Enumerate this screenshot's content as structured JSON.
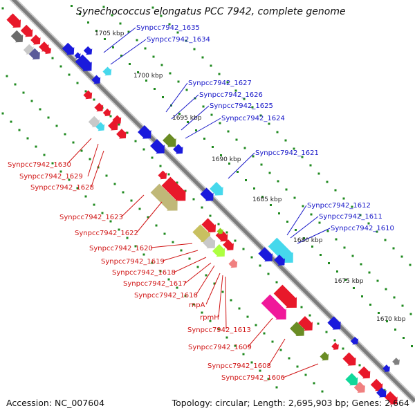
{
  "title": "Synechococcus elongatus PCC 7942, complete genome",
  "footer": {
    "accession": "Accession: NC_007604",
    "summary": "Topology: circular; Length: 2,695,903 bp; Genes: 2,664"
  },
  "colors": {
    "backbone": "#8a8a8a",
    "forward_labels": "#1515c8",
    "reverse_labels": "#d01414",
    "tick_dots": "#1f8a1f"
  },
  "scale_labels": [
    "1705 kbp",
    "1700 kbp",
    "1695 kbp",
    "1690 kbp",
    "1685 kbp",
    "1680 kbp",
    "1675 kbp",
    "1670 kbp"
  ],
  "forward_labels": [
    "Synpcc7942_1635",
    "Synpcc7942_1634",
    "Synpcc7942_1627",
    "Synpcc7942_1626",
    "Synpcc7942_1625",
    "Synpcc7942_1624",
    "Synpcc7942_1621",
    "Synpcc7942_1612",
    "Synpcc7942_1611",
    "Synpcc7942_1610"
  ],
  "reverse_labels": [
    "Synpcc7942_1630",
    "Synpcc7942_1629",
    "Synpcc7942_1628",
    "Synpcc7942_1623",
    "Synpcc7942_1622",
    "Synpcc7942_1620",
    "Synpcc7942_1619",
    "Synpcc7942_1618",
    "Synpcc7942_1617",
    "Synpcc7942_1616",
    "rnpA",
    "rpmH",
    "Synpcc7942_1613",
    "Synpcc7942_1609",
    "Synpcc7942_1608",
    "Synpcc7942_1606"
  ]
}
